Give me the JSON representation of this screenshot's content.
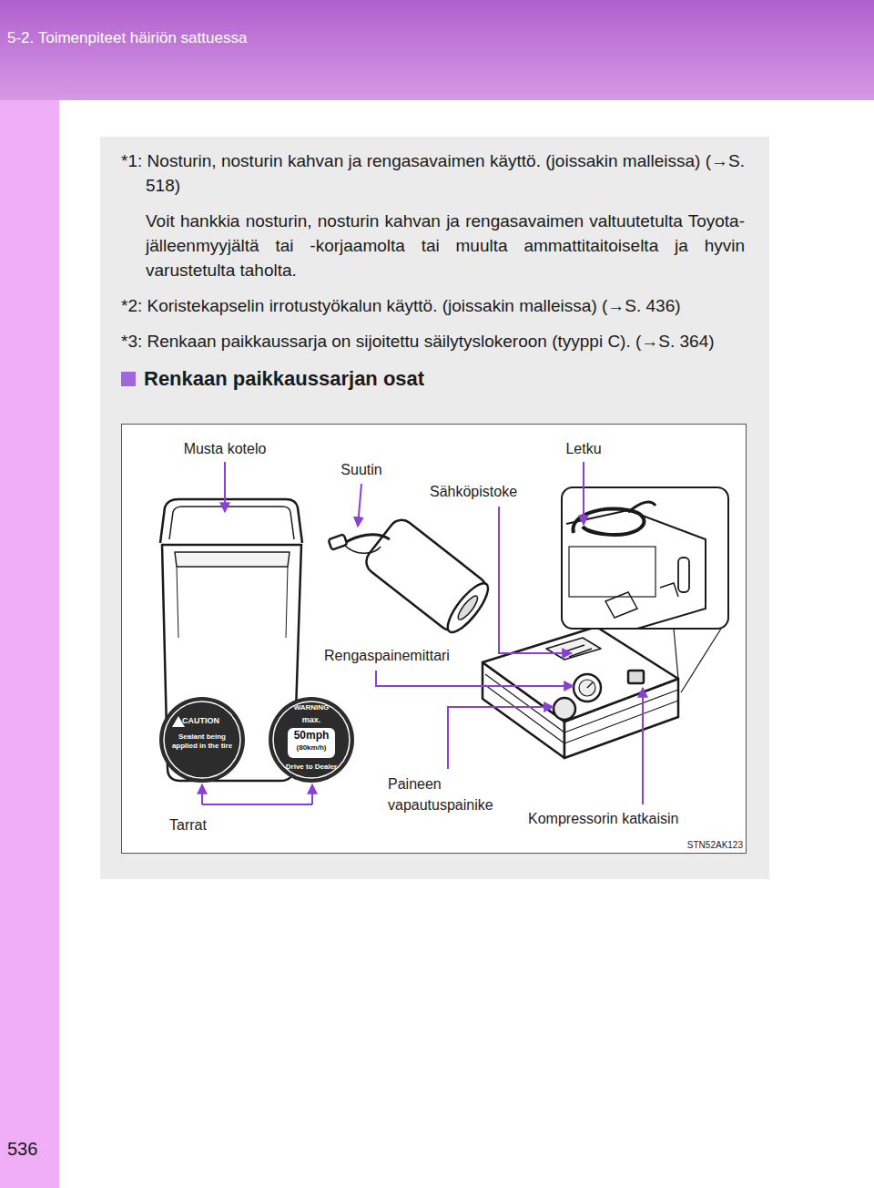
{
  "diagram": {
    "title": "Renkaan paikkaussarjan osat",
    "labels": [
      "5-2. Toimenpiteet häiriön sattuessa",
      "536",
      "*1: Nosturin, nosturin kahvan ja rengasavaimen käyttö. (joissakin malleissa) (→S. 518)",
      "Voit hankkia nosturin, nosturin kahvan ja rengasavaimen valtuutetulta Toyota-jälleenmyyjältä tai -korjaamolta tai muulta ammattitaitoiselta ja hyvin varustetulta taholta.",
      "*2: Koristekapselin irrotustyökalun käyttö. (joissakin malleissa) (→S. 436)",
      "*3: Renkaan paikkaussarja on sijoitettu säilytyslokeroon (tyyppi C). (→S. 364)",
      "Musta kotelo",
      "Suutin",
      "Letku",
      "Sähköpistoke",
      "Rengaspainemittari",
      "Paineen vapautuspainike",
      "Kompressorin katkaisin",
      "Tarrat",
      "CAUTION",
      "Sealant being applied in the tire",
      "WARNING",
      "max.",
      "50mph",
      "(80km/h)",
      "Drive to Dealer",
      "STN52AK123"
    ]
  }
}
